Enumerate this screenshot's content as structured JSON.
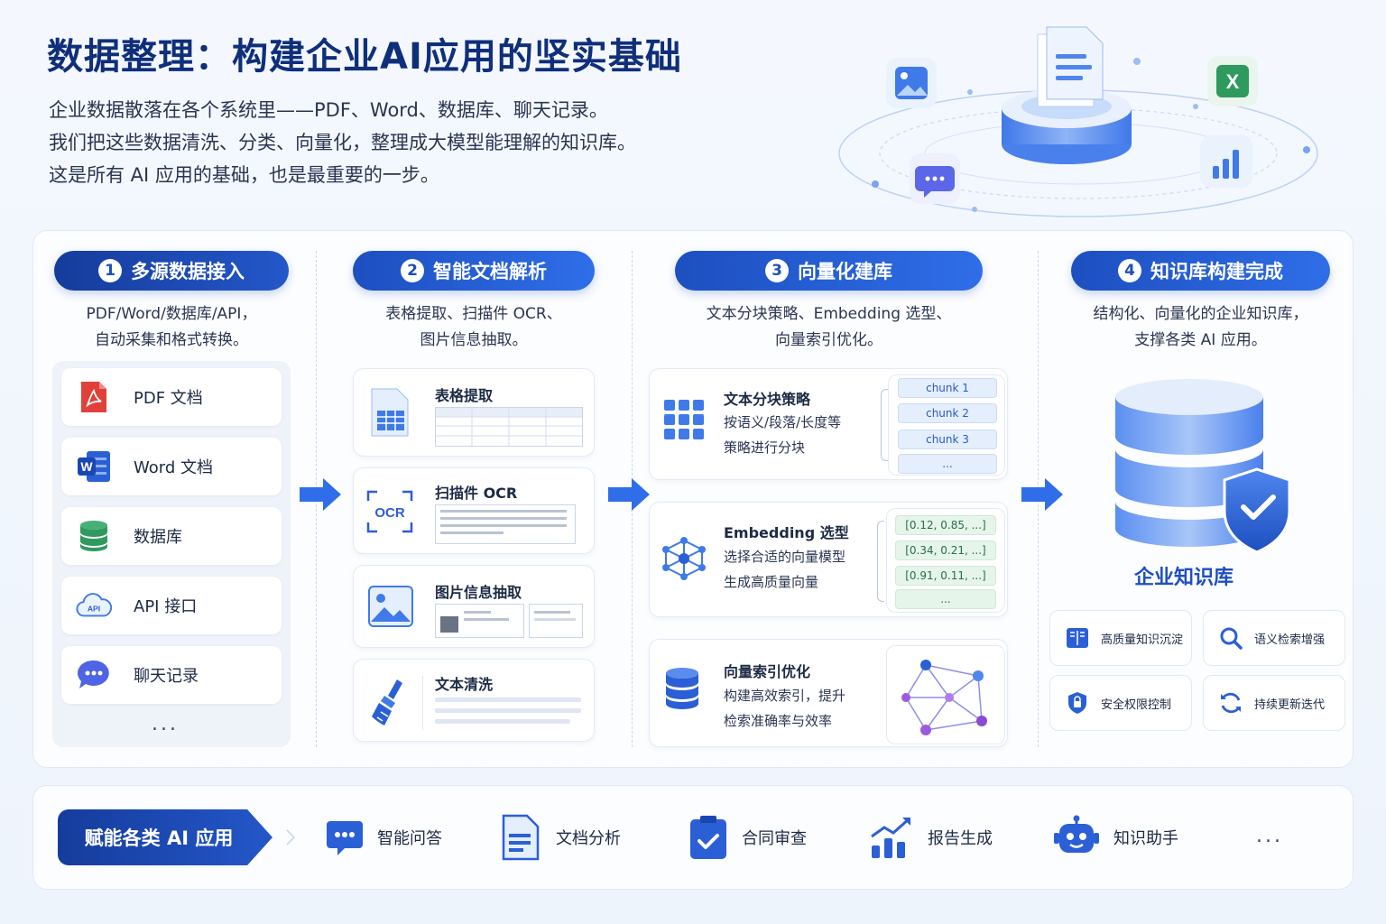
{
  "header": {
    "title": "数据整理：构建企业AI应用的坚实基础",
    "intro": [
      "企业数据散落在各个系统里——PDF、Word、数据库、聊天记录。",
      "我们把这些数据清洗、分类、向量化，整理成大模型能理解的知识库。",
      "这是所有 AI 应用的基础，也是最重要的一步。"
    ]
  },
  "steps": [
    {
      "num": "1",
      "title": "多源数据接入",
      "desc": [
        "PDF/Word/数据库/API，",
        "自动采集和格式转换。"
      ]
    },
    {
      "num": "2",
      "title": "智能文档解析",
      "desc": [
        "表格提取、扫描件 OCR、",
        "图片信息抽取。"
      ]
    },
    {
      "num": "3",
      "title": "向量化建库",
      "desc": [
        "文本分块策略、Embedding 选型、",
        "向量索引优化。"
      ]
    },
    {
      "num": "4",
      "title": "知识库构建完成",
      "desc": [
        "结构化、向量化的企业知识库，",
        "支撑各类 AI 应用。"
      ]
    }
  ],
  "sources": {
    "items": [
      "PDF 文档",
      "Word 文档",
      "数据库",
      "API 接口",
      "聊天记录"
    ],
    "more": "...",
    "api_badge": "API"
  },
  "parse_cards": [
    {
      "title": "表格提取"
    },
    {
      "title": "扫描件 OCR",
      "icon_label": "OCR"
    },
    {
      "title": "图片信息抽取"
    },
    {
      "title": "文本清洗"
    }
  ],
  "vector_cards": [
    {
      "title": "文本分块策略",
      "lines": [
        "按语义/段落/长度等",
        "策略进行分块"
      ],
      "chips": [
        "chunk 1",
        "chunk 2",
        "chunk 3",
        "..."
      ]
    },
    {
      "title": "Embedding 选型",
      "lines": [
        "选择合适的向量模型",
        "生成高质量向量"
      ],
      "chips": [
        "[0.12, 0.85, ...]",
        "[0.34, 0.21, ...]",
        "[0.91, 0.11, ...]",
        "..."
      ]
    },
    {
      "title": "向量索引优化",
      "lines": [
        "构建高效索引，提升",
        "检索准确率与效率"
      ]
    }
  ],
  "knowledge_base": {
    "title": "企业知识库",
    "features": [
      "高质量知识沉淀",
      "语义检索增强",
      "安全权限控制",
      "持续更新迭代"
    ]
  },
  "bottom": {
    "empower": "赋能各类 AI 应用",
    "apps": [
      "智能问答",
      "文档分析",
      "合同审查",
      "报告生成",
      "知识助手"
    ],
    "more": "..."
  },
  "colors": {
    "primary": "#1d4fc0",
    "title": "#0f2f7a",
    "pdf": "#e0403a",
    "word": "#2b5fd6",
    "database": "#2e9a5e",
    "chat": "#4f63e6"
  },
  "icons": {
    "pdf": "pdf-icon",
    "word": "word-icon",
    "database": "database-icon",
    "api": "api-cloud-icon",
    "chat": "chat-icon",
    "table": "table-icon",
    "ocr": "ocr-icon",
    "image": "image-icon",
    "clean": "brush-icon",
    "grid": "grid-icon",
    "network": "network-icon",
    "db": "db-stack-icon",
    "book": "book-icon",
    "search": "search-icon",
    "lock": "shield-lock-icon",
    "refresh": "refresh-icon",
    "qa": "chat-bubble-icon",
    "doc": "document-icon",
    "clipboard": "clipboard-check-icon",
    "chart": "bar-chart-icon",
    "robot": "robot-icon"
  }
}
